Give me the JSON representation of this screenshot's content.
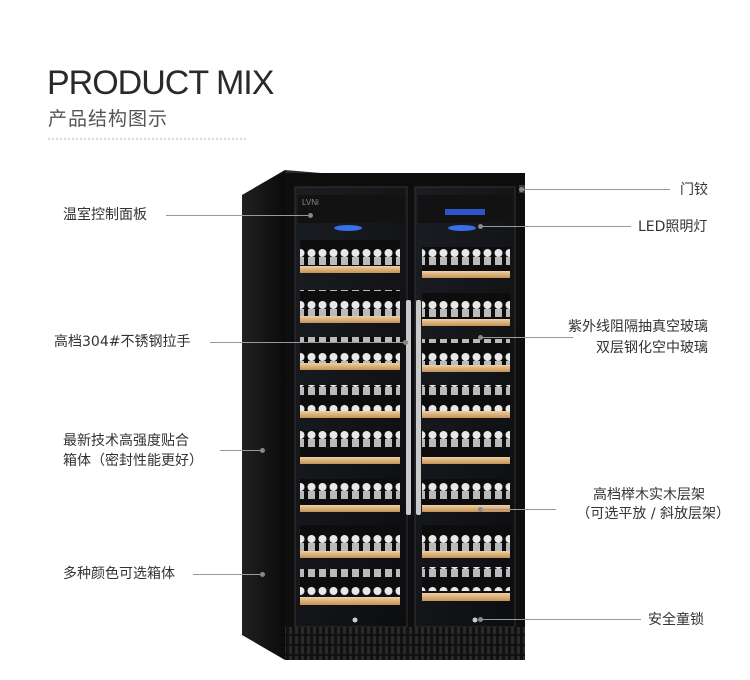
{
  "header": {
    "title": "PRODUCT MIX",
    "subtitle": "产品结构图示"
  },
  "cabinet": {
    "brand": "LVNi"
  },
  "callouts": {
    "thermostat_panel": "温室控制面板",
    "handle": "高档304#不锈钢拉手",
    "body_line1": "最新技术高强度贴合",
    "body_line2": "箱体（密封性能更好）",
    "colors": "多种颜色可选箱体",
    "hinge": "门铰",
    "led": "LED照明灯",
    "glass_line1": "紫外线阻隔抽真空玻璃",
    "glass_line2": "双层钢化空中玻璃",
    "shelf_line1": "高档榉木实木层架",
    "shelf_line2": "（可选平放 / 斜放层架）",
    "lock": "安全童锁"
  },
  "colors": {
    "cabinet_body": "#151515",
    "shelf_wood": "#d9b07c",
    "led_blue": "#3a7bff"
  }
}
